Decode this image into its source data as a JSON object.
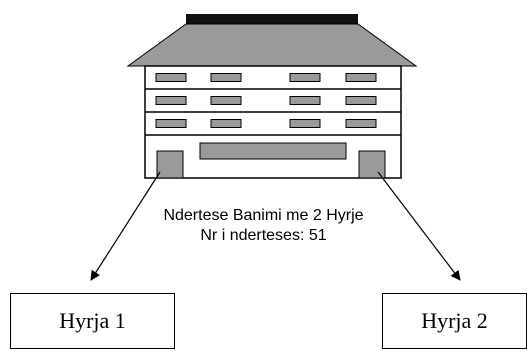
{
  "building": {
    "floors": 3,
    "windows_per_floor": 4,
    "entrances": 2
  },
  "caption": {
    "line1": "Ndertese Banimi me 2 Hyrje",
    "line2": "Nr i nderteses: 51"
  },
  "entrances": [
    {
      "label": "Hyrja 1"
    },
    {
      "label": "Hyrja 2"
    }
  ],
  "colors": {
    "roof_top": "#111111",
    "roof": "#9a9a9a",
    "window": "#9a9a9a",
    "wall": "#ffffff",
    "line": "#000000"
  }
}
